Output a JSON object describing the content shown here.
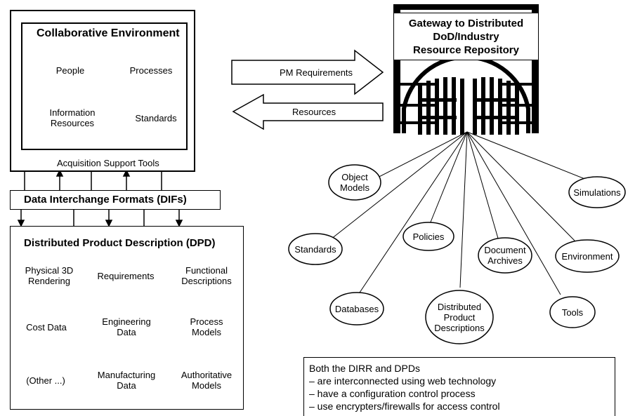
{
  "collab": {
    "title": "Collaborative Environment",
    "ovals": [
      "People",
      "Processes",
      "Information\nResources",
      "Standards"
    ],
    "footer": "Acquisition Support Tools"
  },
  "dif": {
    "label": "Data Interchange Formats (DIFs)"
  },
  "dpd": {
    "title": "Distributed Product Description (DPD)",
    "ovals": [
      "Physical 3D\nRendering",
      "Requirements",
      "Functional\nDescriptions",
      "Cost Data",
      "Engineering\nData",
      "Process\nModels",
      "(Other ...)",
      "Manufacturing\nData",
      "Authoritative\nModels"
    ]
  },
  "arrows": {
    "requirements": "PM Requirements",
    "resources": "Resources"
  },
  "gateway": {
    "title": "Gateway to Distributed\nDoD/Industry\nResource Repository"
  },
  "repository": {
    "ovals": [
      "Object\nModels",
      "Simulations",
      "Policies",
      "Standards",
      "Document\nArchives",
      "Environment",
      "Databases",
      "Distributed\nProduct\nDescriptions",
      "Tools"
    ]
  },
  "note": {
    "lines": [
      "Both the DIRR and DPDs",
      "– are interconnected using web technology",
      "– have a configuration control process",
      "– use encrypters/firewalls for access control"
    ]
  }
}
